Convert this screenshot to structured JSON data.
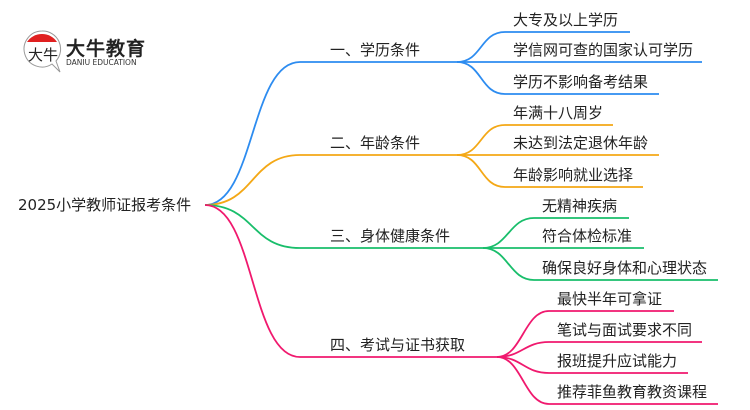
{
  "logo": {
    "name": "大牛教育",
    "sub": "DANIU EDUCATION",
    "mark": "大牛"
  },
  "root": "2025小学教师证报考条件",
  "branches": [
    {
      "label": "一、学历条件",
      "color": "#2d8cf0",
      "children": [
        "大专及以上学历",
        "学信网可查的国家认可学历",
        "学历不影响备考结果"
      ]
    },
    {
      "label": "二、年龄条件",
      "color": "#f4a816",
      "children": [
        "年满十八周岁",
        "未达到法定退休年龄",
        "年龄影响就业选择"
      ]
    },
    {
      "label": "三、身体健康条件",
      "color": "#19be6b",
      "children": [
        "无精神疾病",
        "符合体检标准",
        "确保良好身体和心理状态"
      ]
    },
    {
      "label": "四、考试与证书获取",
      "color": "#f0196e",
      "children": [
        "最快半年可拿证",
        "笔试与面试要求不同",
        "报班提升应试能力",
        "推荐菲鱼教育教资课程"
      ]
    }
  ]
}
